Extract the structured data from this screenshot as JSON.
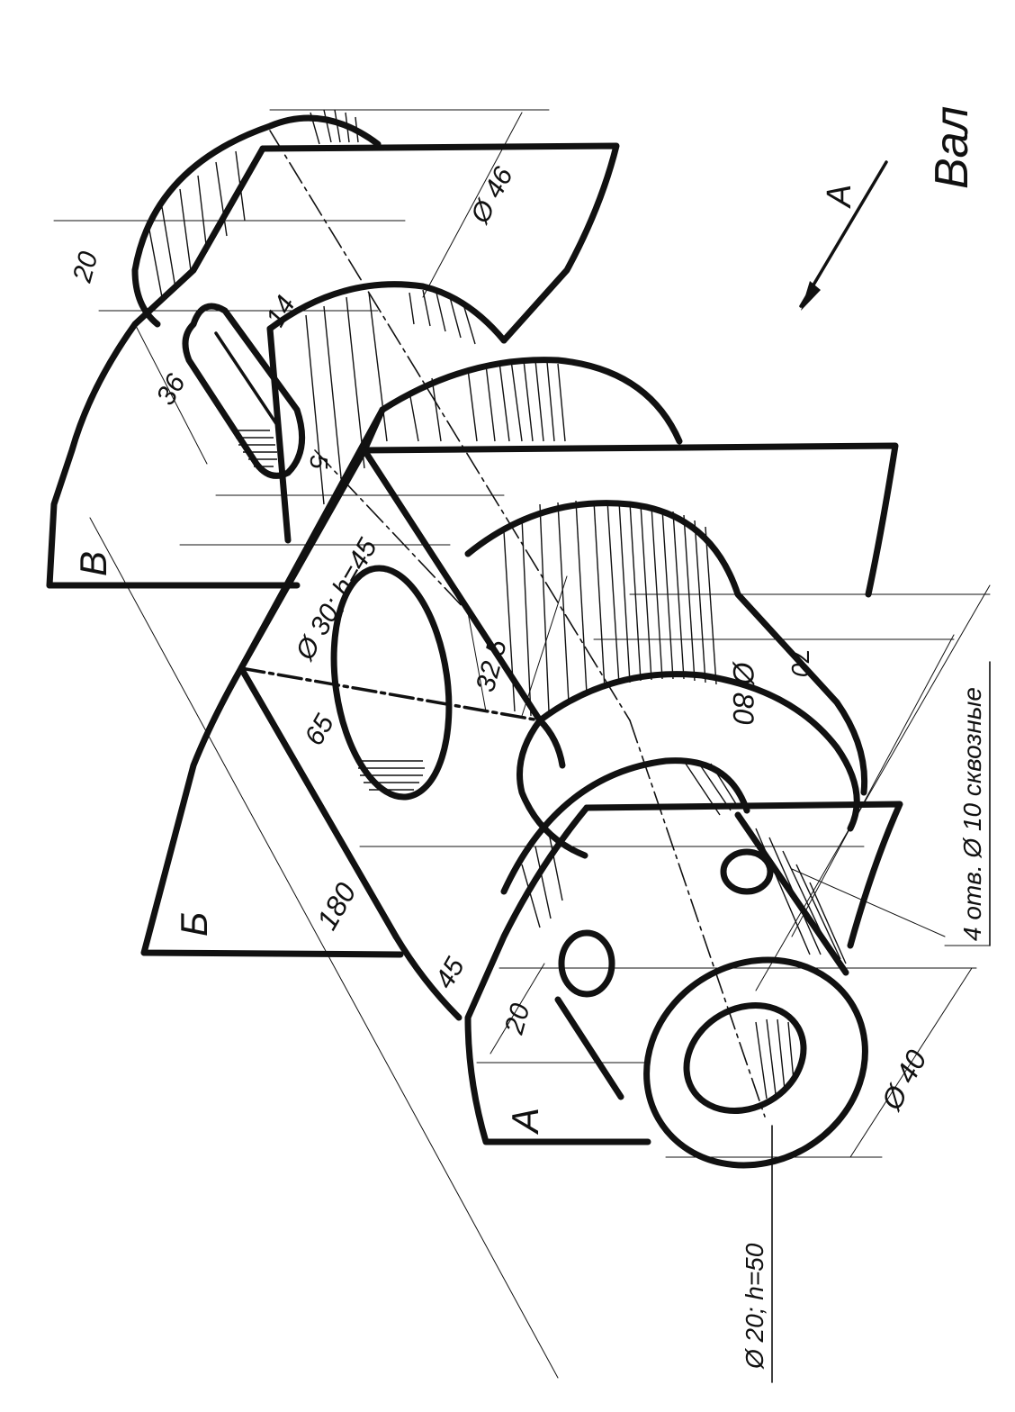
{
  "title": "Вал",
  "view_arrow": "А",
  "section_marks": {
    "a": "А",
    "b": "Б",
    "v": "В"
  },
  "dimensions": {
    "d46": "Ø 46",
    "d80": "Ø 80",
    "d40": "Ø 40",
    "hole30": "Ø 30; h=45",
    "hole20": "Ø 20; h=50",
    "holes_note": "4 отв. Ø 10 сквозные",
    "len180": "180",
    "len65": "65",
    "len45": "45",
    "len36": "36",
    "len32_5": "32,5",
    "len20_top": "20",
    "len20_bottom": "20",
    "len14": "14",
    "len5": "5",
    "len70": "70"
  },
  "colors": {
    "ink": "#111111",
    "paper": "#ffffff"
  }
}
